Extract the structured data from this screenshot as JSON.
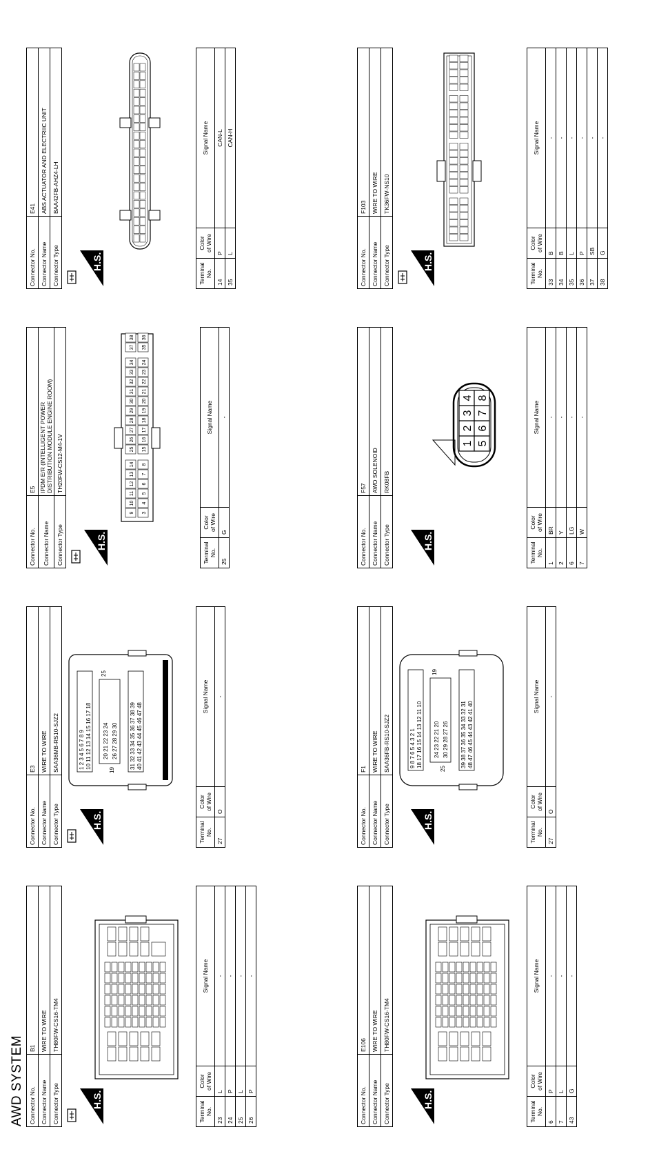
{
  "title": "AWD SYSTEM",
  "labels": {
    "connector_no": "Connector No.",
    "connector_name": "Connector Name",
    "connector_type": "Connector Type",
    "terminal_no_1": "Terminal",
    "terminal_no_2": "No.",
    "color_1": "Color",
    "color_2": "of Wire",
    "signal_name": "Signal Name",
    "hs": "H.S."
  },
  "connectors": [
    {
      "no": "B1",
      "name": "WIRE TO WIRE",
      "type": "TH80FW-CS16-TM4",
      "rows": [
        {
          "terminal": "23",
          "color": "L",
          "signal": "-"
        },
        {
          "terminal": "24",
          "color": "P",
          "signal": "-"
        },
        {
          "terminal": "25",
          "color": "L",
          "signal": "-"
        },
        {
          "terminal": "26",
          "color": "P",
          "signal": "-"
        }
      ]
    },
    {
      "no": "E3",
      "name": "WIRE TO WIRE",
      "type": "SAA36MB-RS10-SJZ2",
      "rows": [
        {
          "terminal": "27",
          "color": "O",
          "signal": "-"
        }
      ]
    },
    {
      "no": "E5",
      "name": "IPDM E/R (INTELLIGENT POWER DISTRIBUTION MODULE ENGINE ROOM)",
      "name_line1": "IPDM E/R (INTELLIGENT POWER",
      "name_line2": "DISTRIBUTION MODULE ENGINE ROOM)",
      "type": "TH20FW-CS12-M4-1V",
      "rows": [
        {
          "terminal": "25",
          "color": "G",
          "signal": "-"
        }
      ]
    },
    {
      "no": "E41",
      "name": "ABS ACTUATOR AND ELECTRIIC UNIT",
      "type": "BAA42FB-AHZ4-LH",
      "rows": [
        {
          "terminal": "14",
          "color": "P",
          "signal": "CAN-L"
        },
        {
          "terminal": "35",
          "color": "L",
          "signal": "CAN-H"
        }
      ]
    },
    {
      "no": "E106",
      "name": "WIRE TO WIRE",
      "type": "TH80FW-CS16-TM4",
      "rows": [
        {
          "terminal": "6",
          "color": "P",
          "signal": "-"
        },
        {
          "terminal": "7",
          "color": "L",
          "signal": "-"
        },
        {
          "terminal": "43",
          "color": "G",
          "signal": "-"
        }
      ]
    },
    {
      "no": "F1",
      "name": "WIRE TO WIRE",
      "type": "SAA36FB-RS10-SJZ2",
      "rows": [
        {
          "terminal": "27",
          "color": "O",
          "signal": "-"
        }
      ]
    },
    {
      "no": "F57",
      "name": "AWD SOLENOID",
      "type": "RK08FB",
      "rows": [
        {
          "terminal": "1",
          "color": "BR",
          "signal": "-"
        },
        {
          "terminal": "2",
          "color": "Y",
          "signal": "-"
        },
        {
          "terminal": "6",
          "color": "LG",
          "signal": "-"
        },
        {
          "terminal": "7",
          "color": "W",
          "signal": "-"
        }
      ]
    },
    {
      "no": "F103",
      "name": "WIRE TO WIRE",
      "type": "TK36FW-NS10",
      "rows": [
        {
          "terminal": "33",
          "color": "B",
          "signal": "-"
        },
        {
          "terminal": "34",
          "color": "B",
          "signal": "-"
        },
        {
          "terminal": "35",
          "color": "L",
          "signal": "-"
        },
        {
          "terminal": "36",
          "color": "P",
          "signal": "-"
        },
        {
          "terminal": "37",
          "color": "SB",
          "signal": "-"
        },
        {
          "terminal": "38",
          "color": "G",
          "signal": "-"
        }
      ]
    }
  ],
  "face_labels": {
    "e3_rows": [
      "1 2 3 4 5 6 7 8 9",
      "10 11 12 13 14 15 16 17 18",
      "20 21 22 23 24",
      "26 27 28 29 30",
      "31 32 33 34 35 36 37 38 39",
      "40 41 42 43 44 45 46 47 48"
    ],
    "e3_single": [
      "19",
      "25"
    ],
    "f1_rows": [
      "9 8 7 6 5 4 3 2 1",
      "18 17 16 15 14 13 12 11 10",
      "24 23 22 21 20",
      "30 29 28 27 26",
      "39 38 37 36 35 34 33 32 31",
      "48 47 46 45 44 43 42 41 40"
    ],
    "f1_single": [
      "25",
      "19"
    ],
    "e5_top": [
      "9",
      "10",
      "11",
      "12",
      "13",
      "14",
      "25",
      "26",
      "27",
      "28",
      "29",
      "30",
      "31",
      "32",
      "33",
      "34",
      "37",
      "38"
    ],
    "e5_bottom": [
      "3",
      "4",
      "5",
      "6",
      "7",
      "8",
      "15",
      "16",
      "17",
      "18",
      "19",
      "20",
      "21",
      "22",
      "23",
      "24",
      "35",
      "36"
    ],
    "f57_top": [
      "1",
      "2",
      "3",
      "4"
    ],
    "f57_bottom": [
      "5",
      "6",
      "7",
      "8"
    ]
  }
}
